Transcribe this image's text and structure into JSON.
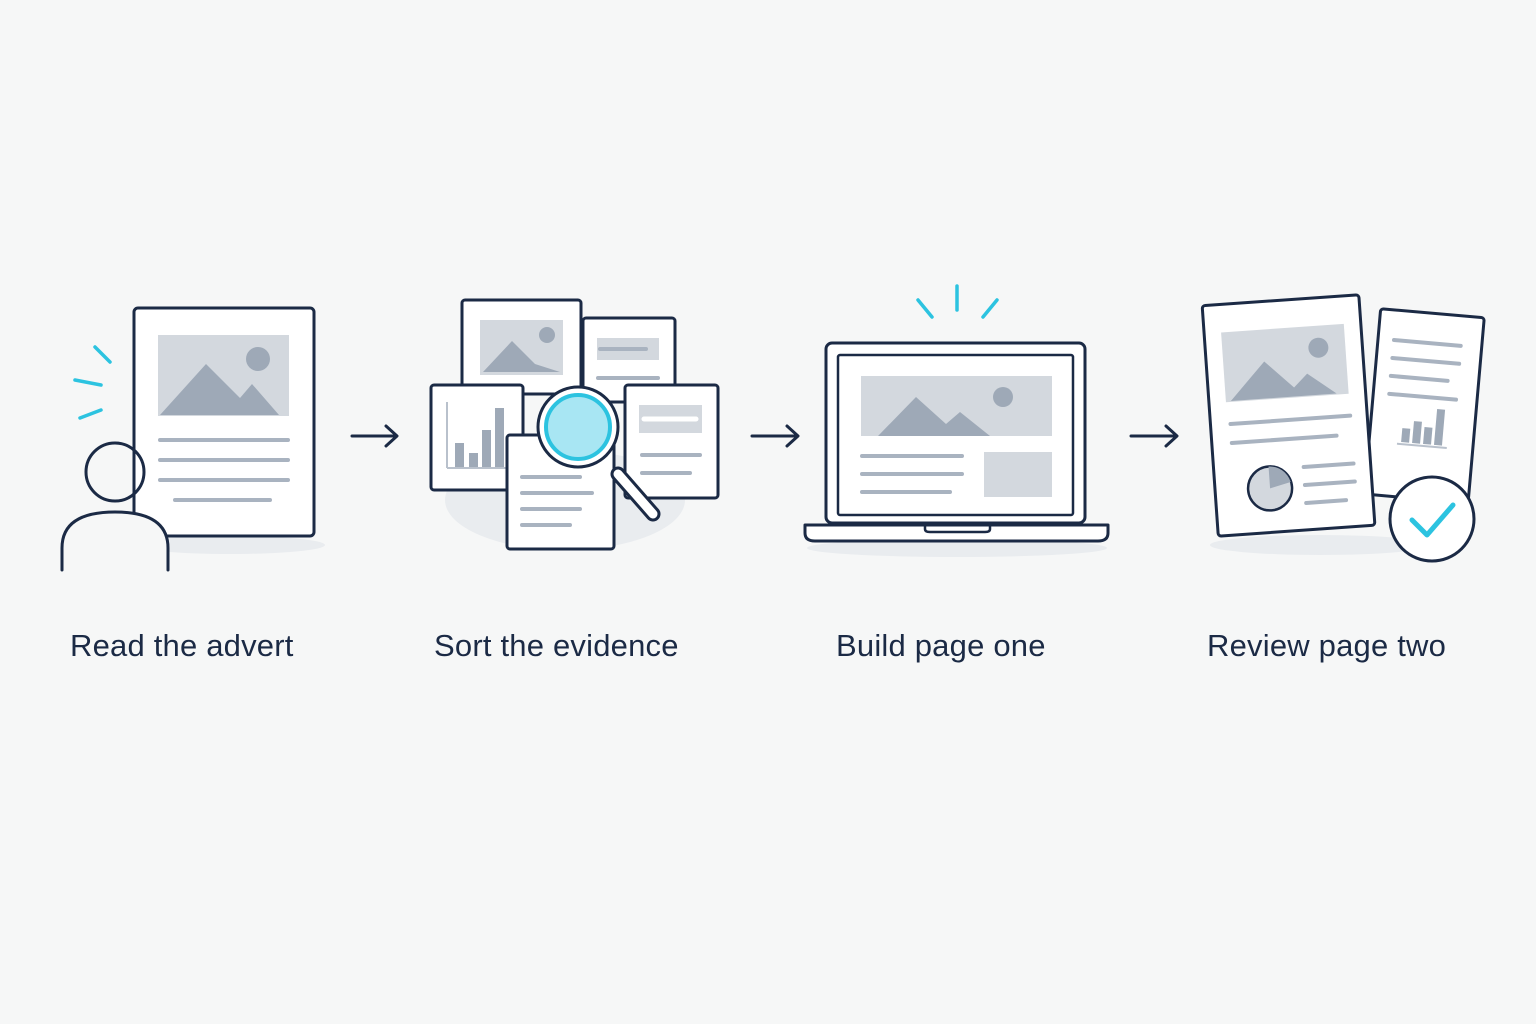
{
  "colors": {
    "ink": "#1b2a45",
    "accent": "#2cc3e0",
    "accent_fill": "#a8e6f3",
    "placeholder": "#d3d8de",
    "placeholder_shape": "#9ea9b7",
    "paper": "#ffffff",
    "background": "#f6f7f7"
  },
  "steps": [
    {
      "label": "Read the advert",
      "icon": "person-with-advert-icon"
    },
    {
      "label": "Sort the evidence",
      "icon": "documents-magnifier-icon"
    },
    {
      "label": "Build page one",
      "icon": "laptop-page-icon"
    },
    {
      "label": "Review page two",
      "icon": "documents-checkmark-icon"
    }
  ],
  "connectors": [
    "arrow-right-icon",
    "arrow-right-icon",
    "arrow-right-icon"
  ]
}
